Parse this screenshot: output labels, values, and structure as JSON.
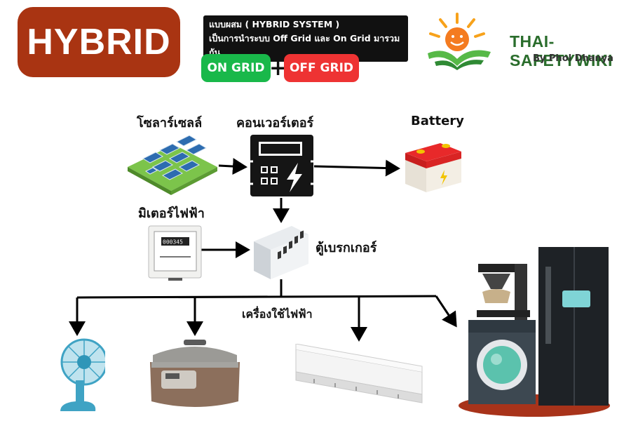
{
  "header": {
    "title": "HYBRID",
    "description_line1": "แบบผสม ( HYBRID SYSTEM )",
    "description_line2": "เป็นการนำระบบ Off Grid และ On Grid มารวมกัน",
    "on_grid": "ON GRID",
    "plus": "+",
    "off_grid": "OFF GRID"
  },
  "brand": {
    "name": "THAI-SAFETYWIKI",
    "byline": "By Phol Dhanya"
  },
  "diagram": {
    "solar_label": "โซลาร์เซลล์",
    "inverter_label": "คอนเวอร์เตอร์",
    "battery_label": "Battery",
    "meter_label": "มิเตอร์ไฟฟ้า",
    "breaker_label": "ตู้เบรกเกอร์",
    "appliances_label": "เครื่องใช้ไฟฟ้า",
    "meter_display": "000345"
  },
  "colors": {
    "hybrid_badge": "#a93412",
    "on_grid": "#19b84a",
    "off_grid": "#ee3333",
    "brand_green": "#2a6d2c",
    "battery_red": "#e8292a"
  }
}
